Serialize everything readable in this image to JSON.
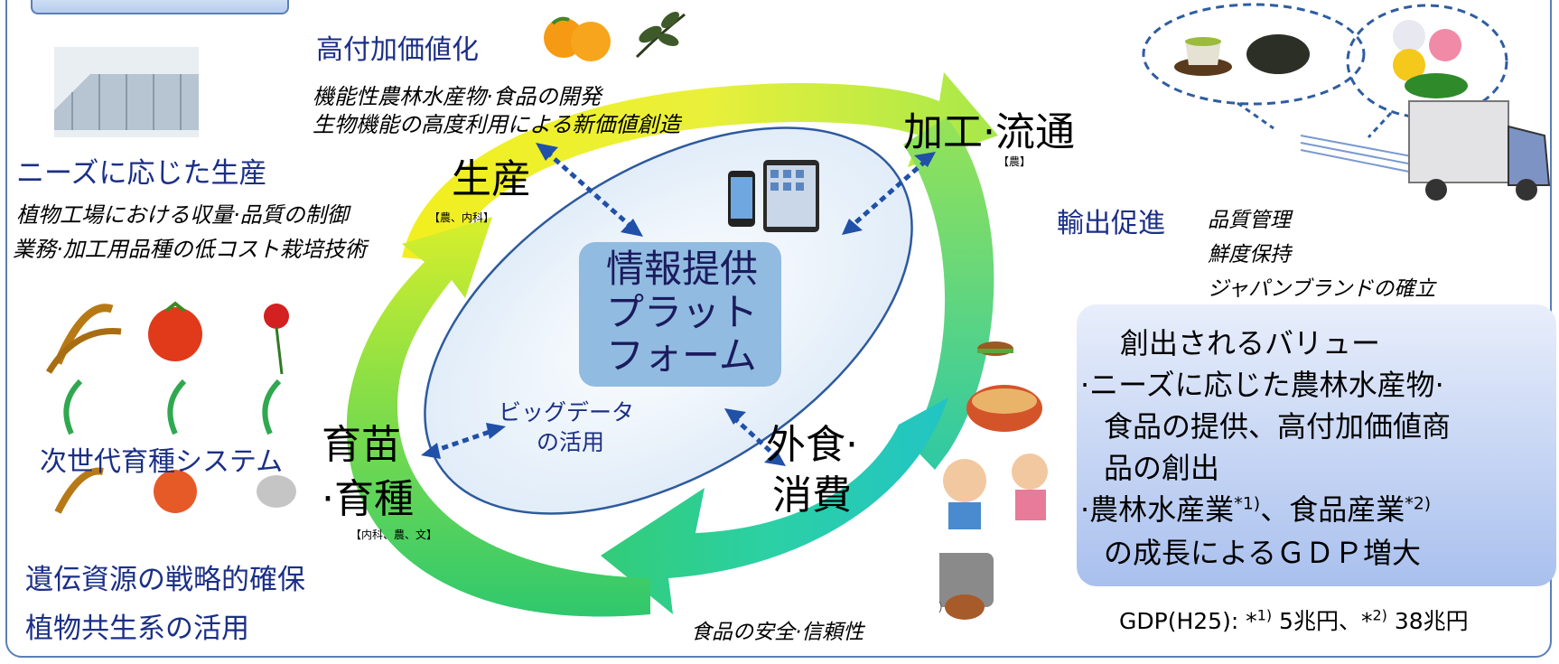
{
  "labels": {
    "high_value": "高付加価値化",
    "functional_foods": "機能性農林水産物·食品の開発",
    "bio_function": "生物機能の高度利用による新価値創造",
    "production": "生産",
    "production_ministry": "【農、内科】",
    "processing": "加工·流通",
    "processing_ministry": "【農】",
    "needs_production": "ニーズに応じた生産",
    "plant_factory": "植物工場における収量·品質の制御",
    "low_cost": "業務·加工用品種の低コスト栽培技術",
    "export": "輸出促進",
    "quality": "品質管理",
    "freshness": "鮮度保持",
    "japan_brand": "ジャパンブランドの確立",
    "breeding_line1": "育苗",
    "breeding_line2": "·育種",
    "breeding_ministry": "【内科、農、文】",
    "dining_line1": "外食·",
    "dining_line2": "消費",
    "big_data_line1": "ビッグデータ",
    "big_data_line2": "の活用",
    "next_gen": "次世代育種システム",
    "genetic": "遺伝資源の戦略的確保",
    "symbiosis": "植物共生系の活用",
    "food_safety": "食品の安全·信頼性"
  },
  "platform": {
    "line1": "情報提供",
    "line2": "プラット",
    "line3": "フォーム"
  },
  "value_box": {
    "title": "創出されるバリュー",
    "b1_line1": "·ニーズに応じた農林水産物·",
    "b1_line2": "食品の提供、高付加価値商",
    "b1_line3": "品の創出",
    "b2_part1": "·農林水産業",
    "b2_sup1": "*1)",
    "b2_part2": "、食品産業",
    "b2_sup2": "*2)",
    "b2_line2": "の成長によるＧＤＰ増大"
  },
  "gdp": {
    "prefix": "GDP(H25): *",
    "sup1": "1)",
    "mid": " 5兆円、*",
    "sup2": "2)",
    "suffix": " 38兆円"
  },
  "colors": {
    "navy": "#1b2f86",
    "frame": "#5b7fb5",
    "arrow_dash": "#2050a8"
  },
  "icons": [
    "greenhouse-photo",
    "orange-icon",
    "leaf-icon",
    "smartphone-icon",
    "tablet-icon",
    "green-tea-icon",
    "tea-leaves-icon",
    "flowers-icon",
    "truck-icon",
    "rice-icon",
    "tomato-icon",
    "rose-icon",
    "sandwich-icon",
    "ramen-icon",
    "family-icon",
    "melon-icon",
    "meal-set-icon"
  ]
}
